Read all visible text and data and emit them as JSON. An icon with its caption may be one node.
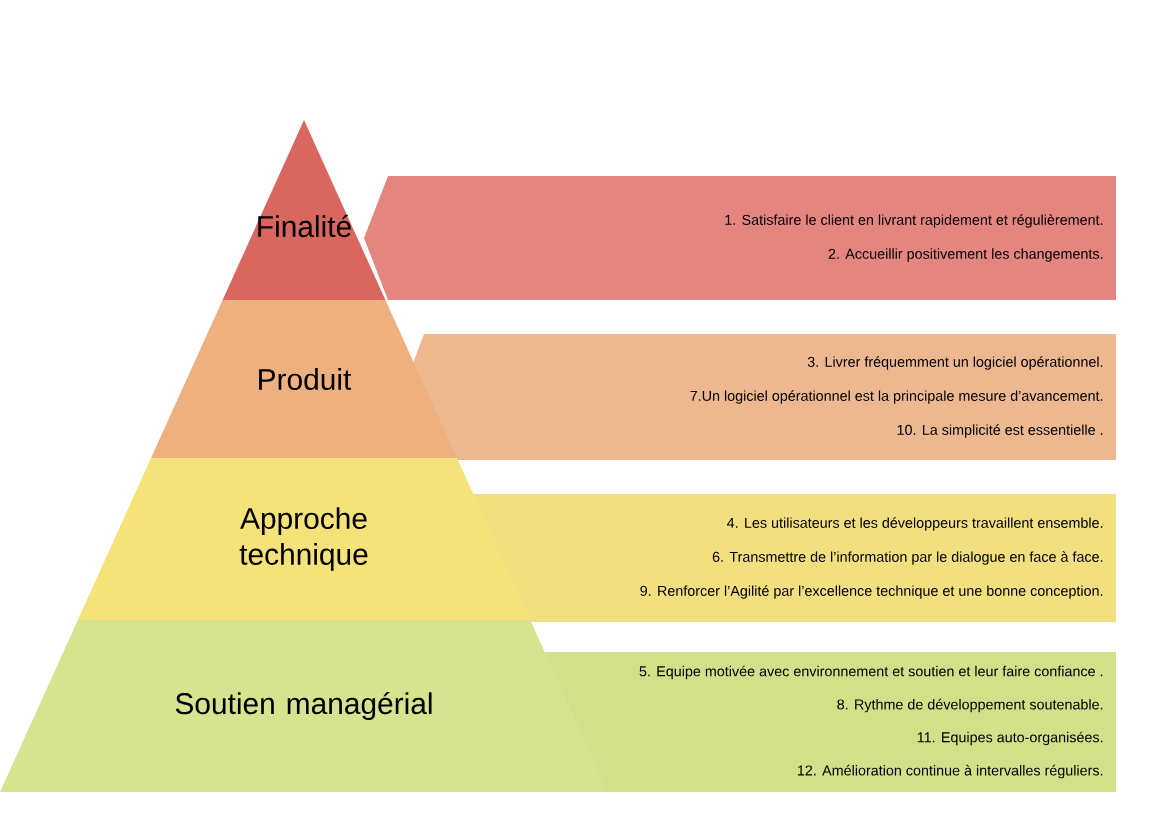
{
  "diagram": {
    "nodes": [
      {
        "text": [
          "Finalité"
        ]
      },
      {
        "text": [
          "Produit"
        ]
      },
      {
        "text": [
          "Approche technique"
        ]
      },
      {
        "text": [
          "Soutien managérial"
        ]
      },
      {
        "text": [
          "1. Satisfaire le client en livrant rapidement et régulièrement.",
          "2. Accueillir positivement les changements."
        ]
      },
      {
        "text": [
          "3. Livrer fréquemment un logiciel opérationnel.",
          "7.Un logiciel opérationnel est la principale mesure d’avancement.",
          "10. La simplicité  est essentielle ."
        ]
      },
      {
        "text": [
          "4. Les utilisateurs et les développeurs travaillent ensemble.",
          "6. Transmettre de l’information par le dialogue en face à face.",
          "9. Renforcer l’Agilité par l’excellence technique et une bonne conception."
        ]
      },
      {
        "text": [
          "5. Equipe motivée avec environnement et soutien et leur faire confiance .",
          "8. Rythme de développement soutenable.",
          "11. Equipes auto-organisées.",
          "12. Amélioration continue à intervalles réguliers."
        ]
      }
    ]
  }
}
